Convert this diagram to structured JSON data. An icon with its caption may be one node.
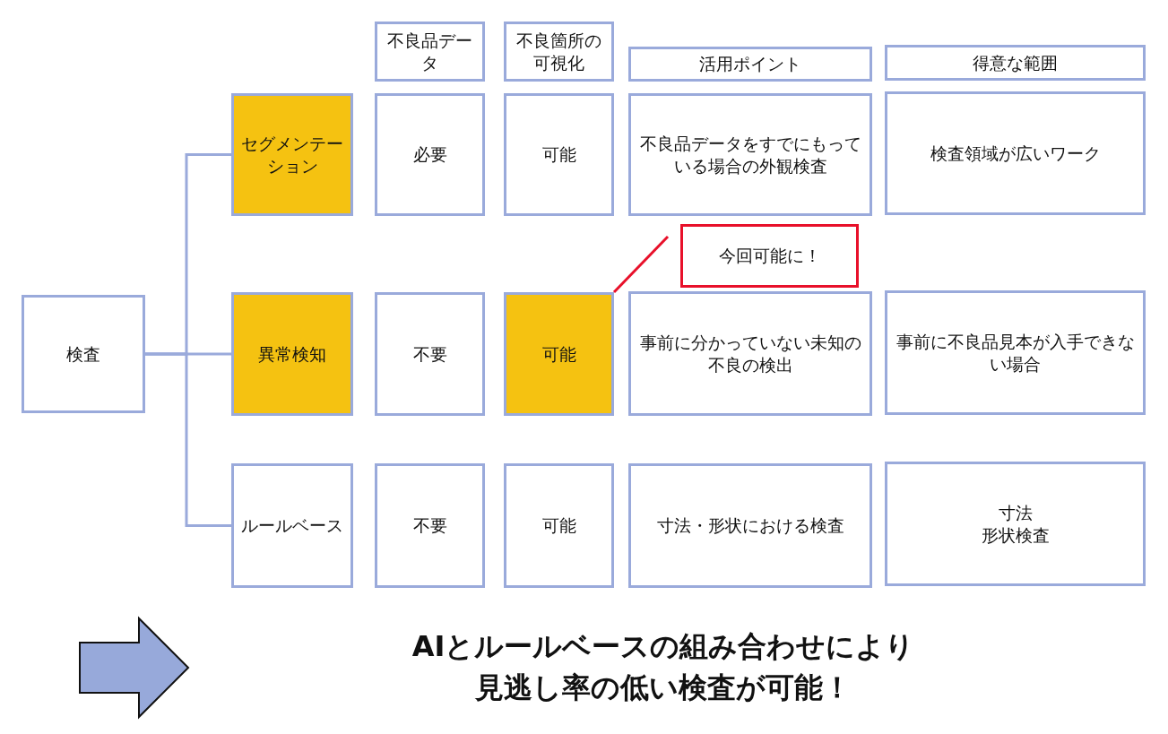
{
  "diagram": {
    "nodes": [
      {
        "text": [
          "不良品データ"
        ]
      },
      {
        "text": [
          "不良箇所の可視化"
        ]
      },
      {
        "text": [
          "活用ポイント"
        ]
      },
      {
        "text": [
          "得意な範囲"
        ]
      },
      {
        "text": [
          "セグメンテーション"
        ]
      },
      {
        "text": [
          "必要"
        ]
      },
      {
        "text": [
          "可能"
        ]
      },
      {
        "text": [
          "不良品データをすでにもっている場合の外観検査"
        ]
      },
      {
        "text": [
          "検査領域が広いワーク"
        ]
      },
      {
        "text": [
          "今回可能に！"
        ]
      },
      {
        "text": [
          "検査"
        ]
      },
      {
        "text": [
          "異常検知"
        ]
      },
      {
        "text": [
          "不要"
        ]
      },
      {
        "text": [
          "可能"
        ]
      },
      {
        "text": [
          "事前に分かっていない未知の不良の検出"
        ]
      },
      {
        "text": [
          "事前に不良品見本が入手できない場合"
        ]
      },
      {
        "text": [
          "ルールベース"
        ]
      },
      {
        "text": [
          "不要"
        ]
      },
      {
        "text": [
          "可能"
        ]
      },
      {
        "text": [
          "寸法・形状における検査"
        ]
      },
      {
        "text": [
          "寸法",
          "形状検査"
        ]
      }
    ],
    "edges": [
      {
        "from": 10,
        "to": 4,
        "arrow": "none"
      },
      {
        "from": 10,
        "to": 11,
        "arrow": "none"
      },
      {
        "from": 10,
        "to": 16,
        "arrow": "none"
      },
      {
        "from": 9,
        "to": 13,
        "arrow": "none",
        "color": "#e8102a"
      }
    ],
    "labels": [
      "AIとルールベースの組み合わせにより",
      "見逃し率の低い検査が可能！"
    ]
  }
}
